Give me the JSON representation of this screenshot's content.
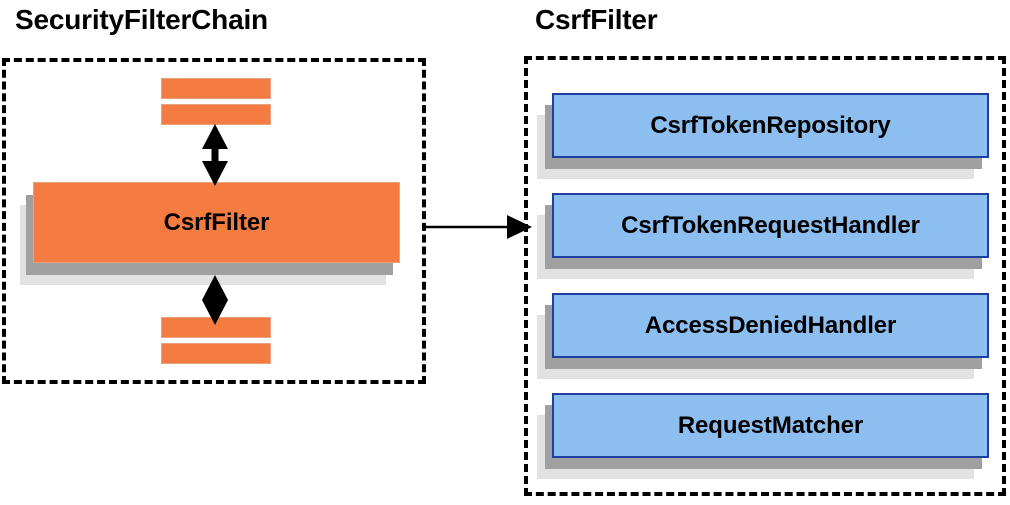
{
  "diagram": {
    "title_left": "SecurityFilterChain",
    "title_right": "CsrfFilter",
    "colors": {
      "orange_fill": "#f47c41",
      "orange_border": "#e8a17e",
      "blue_fill": "#8cbef0",
      "blue_border": "#1f3fa0",
      "shadow_near": "#a0a0a0",
      "shadow_far": "#e2e2e2",
      "panel_border": "#000000",
      "arrow": "#000000"
    }
  },
  "left_panel": {
    "title": "SecurityFilterChain",
    "filter_box": {
      "label": "CsrfFilter"
    },
    "bars_top": [
      {
        "label": ""
      },
      {
        "label": ""
      }
    ],
    "bars_bottom": [
      {
        "label": ""
      },
      {
        "label": ""
      }
    ],
    "arrows": [
      {
        "name": "arrow-top-bidirectional",
        "direction": "bidirectional",
        "orientation": "vertical"
      },
      {
        "name": "arrow-bottom-bidirectional",
        "direction": "bidirectional",
        "orientation": "vertical"
      }
    ]
  },
  "right_panel": {
    "title": "CsrfFilter",
    "collaborators": [
      {
        "label": "CsrfTokenRepository"
      },
      {
        "label": "CsrfTokenRequestHandler"
      },
      {
        "label": "AccessDeniedHandler"
      },
      {
        "label": "RequestMatcher"
      }
    ]
  },
  "connector": {
    "name": "csrf-filter-to-detail-arrow",
    "direction": "right",
    "label": ""
  }
}
